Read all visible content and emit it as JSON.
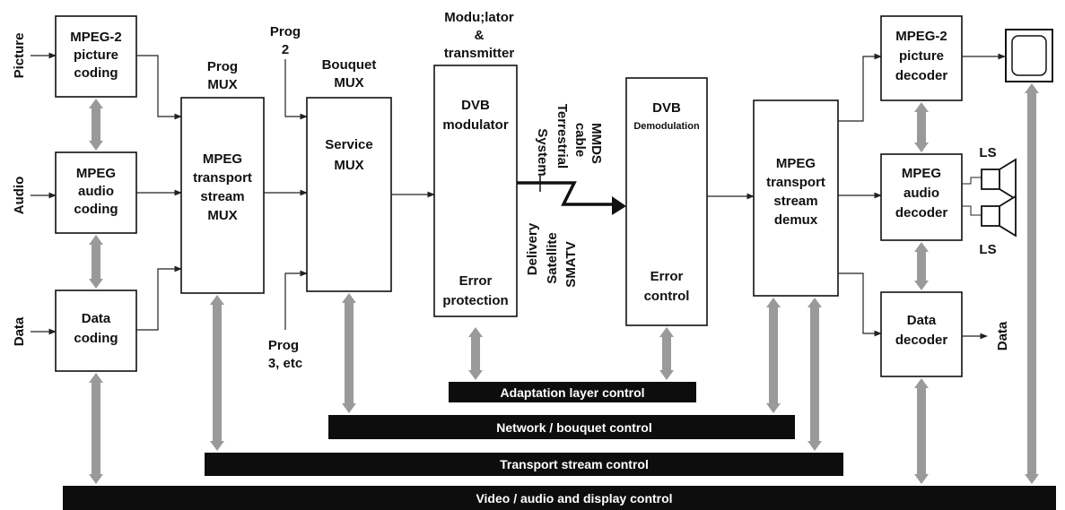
{
  "inputs": {
    "picture": "Picture",
    "audio": "Audio",
    "data": "Data"
  },
  "encoders": {
    "mpeg2_picture": [
      "MPEG-2",
      "picture",
      "coding"
    ],
    "mpeg_audio": [
      "MPEG",
      "audio",
      "coding"
    ],
    "data_coding": [
      "Data",
      "coding"
    ]
  },
  "prog_mux": {
    "heading": [
      "Prog",
      "MUX"
    ],
    "body": [
      "MPEG",
      "transport",
      "stream",
      "MUX"
    ]
  },
  "prog_inputs": {
    "prog2": [
      "Prog",
      "2"
    ],
    "prog3": [
      "Prog",
      "3, etc"
    ]
  },
  "bouquet_mux": {
    "heading": [
      "Bouquet",
      "MUX"
    ],
    "body": [
      "Service",
      "MUX"
    ]
  },
  "modulator": {
    "heading": [
      "Modu;lator",
      "&",
      "transmitter"
    ],
    "top": [
      "DVB",
      "modulator"
    ],
    "bottom": [
      "Error",
      "protection"
    ]
  },
  "delivery": {
    "label_system": "System",
    "label_delivery": "Delivery",
    "terrestrial": "Terrestrial",
    "cable": "cable",
    "mmds": "MMDS",
    "satellite": "Satellite",
    "smatv": "SMATV"
  },
  "demodulator": {
    "top": [
      "DVB"
    ],
    "top_small": "Demodulation",
    "bottom": [
      "Error",
      "control"
    ]
  },
  "demux": {
    "body": [
      "MPEG",
      "transport",
      "stream",
      "demux"
    ]
  },
  "decoders": {
    "picture": [
      "MPEG-2",
      "picture",
      "decoder"
    ],
    "audio": [
      "MPEG",
      "audio",
      "decoder"
    ],
    "data": [
      "Data",
      "decoder"
    ]
  },
  "outputs": {
    "ls_top": "LS",
    "ls_bottom": "LS",
    "data_out": "Data"
  },
  "control_bars": {
    "adaptation": "Adaptation layer control",
    "network": "Network / bouquet control",
    "transport": "Transport stream control",
    "video": "Video / audio and display control"
  },
  "colors": {
    "bar": "#0d0d0d",
    "arrow": "#9a9a9a",
    "stroke": "#111111"
  }
}
